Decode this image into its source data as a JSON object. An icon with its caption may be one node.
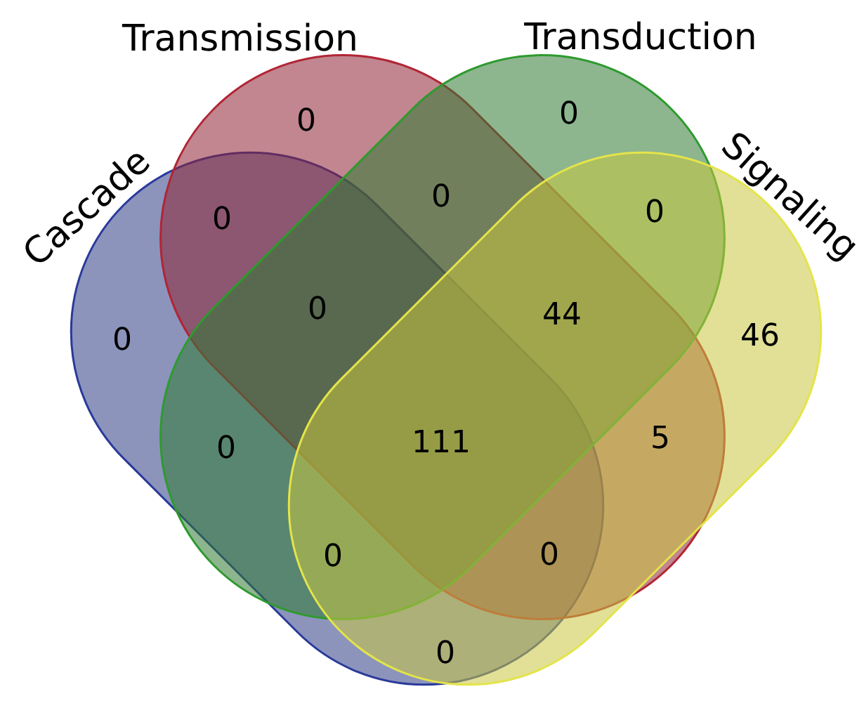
{
  "diagram": {
    "nodes": [
      {
        "text": [
          "Cascade"
        ]
      },
      {
        "text": [
          "Transmission"
        ]
      },
      {
        "text": [
          "Transduction"
        ]
      },
      {
        "text": [
          "Signaling"
        ]
      }
    ],
    "labels": [
      "0",
      "0",
      "0",
      "0",
      "0",
      "0",
      "0",
      "44",
      "46",
      "0",
      "111",
      "5",
      "0",
      "0",
      "0"
    ]
  }
}
